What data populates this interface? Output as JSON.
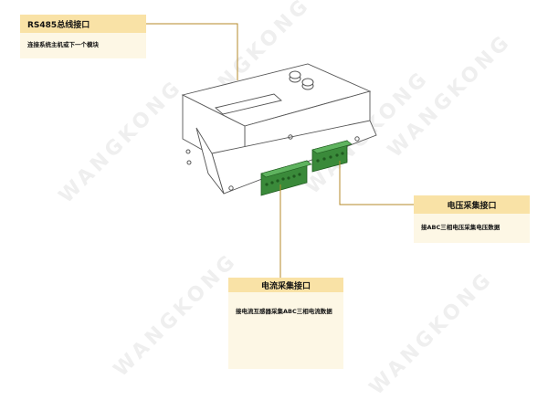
{
  "callouts": {
    "rs485": {
      "title": "RS485总线接口",
      "description": "连接系统主机或下一个模块"
    },
    "voltage": {
      "title": "电压采集接口",
      "description": "接ABC三相电压采集电压数据"
    },
    "current": {
      "title": "电流采集接口",
      "description": "接电流互感器采集ABC三相电流数据"
    }
  },
  "watermark": "WANGKONG",
  "colors": {
    "callout_header": "#f9e2a6",
    "callout_body": "#fdf7e5",
    "leader_line": "#b48a2a",
    "terminal_green": "#3a8a3a",
    "device_outline": "#555555"
  }
}
